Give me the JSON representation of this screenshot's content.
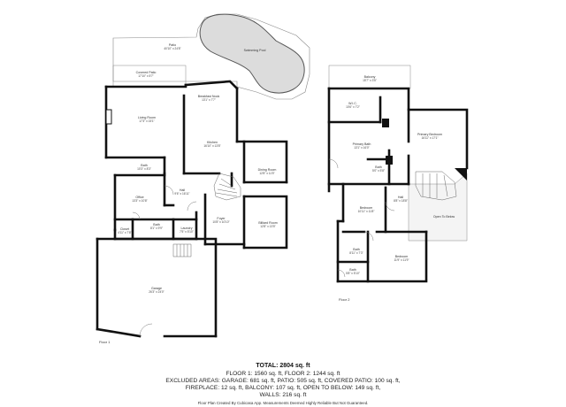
{
  "floors": [
    {
      "label": "Floor 1",
      "rooms": [
        {
          "id": "patio",
          "name": "Patio",
          "dims": "40'10\" x 24'8\""
        },
        {
          "id": "pool",
          "name": "Swimming Pool",
          "dims": ""
        },
        {
          "id": "covered-patio",
          "name": "Covered Patio",
          "dims": "17'10\" x 5'7\""
        },
        {
          "id": "breakfast-nook",
          "name": "Breakfast Nook",
          "dims": "13'1\" x 7'7\""
        },
        {
          "id": "living-room",
          "name": "Living Room",
          "dims": "17'3\" x 15'1\""
        },
        {
          "id": "kitchen",
          "name": "Kitchen",
          "dims": "16'10\" x 13'8\""
        },
        {
          "id": "dining-room",
          "name": "Dining Room",
          "dims": "12'8\" x 11'5\""
        },
        {
          "id": "bath1",
          "name": "Bath",
          "dims": "10'3\" x 8'3\""
        },
        {
          "id": "office",
          "name": "Office",
          "dims": "13'3\" x 10'8\""
        },
        {
          "id": "hall1",
          "name": "Hall",
          "dims": "9'6\" x 16'11\""
        },
        {
          "id": "foyer",
          "name": "Foyer",
          "dims": "10'8\" x 10'10\""
        },
        {
          "id": "bath-small",
          "name": "Bath",
          "dims": "8'1\" x 9'9\""
        },
        {
          "id": "closet",
          "name": "Closet",
          "dims": "4'11\" x 7'8\""
        },
        {
          "id": "laundry",
          "name": "Laundry",
          "dims": "7'5\" x 5'10\""
        },
        {
          "id": "billiard-room",
          "name": "Billiard Room",
          "dims": "12'8\" x 13'5\""
        },
        {
          "id": "garage",
          "name": "Garage",
          "dims": "26'3\" x 24'0\""
        }
      ]
    },
    {
      "label": "Floor 2",
      "rooms": [
        {
          "id": "balcony",
          "name": "Balcony",
          "dims": "15'7\" x 3'5\""
        },
        {
          "id": "wic",
          "name": "W.I.C.",
          "dims": "10'6\" x 7'2\""
        },
        {
          "id": "primary-bath",
          "name": "Primary Bath",
          "dims": "13'1\" x 16'0\""
        },
        {
          "id": "primary-bedroom",
          "name": "Primary Bedroom",
          "dims": "16'11\" x 17'1\""
        },
        {
          "id": "bath2a",
          "name": "Bath",
          "dims": "5'0\" x 5'8\""
        },
        {
          "id": "bedroom-a",
          "name": "Bedroom",
          "dims": "10'11\" x 11'8\""
        },
        {
          "id": "hall2",
          "name": "Hall",
          "dims": "8'8\" x 18'8\""
        },
        {
          "id": "open-below",
          "name": "Open To Below",
          "dims": ""
        },
        {
          "id": "bath2b",
          "name": "Bath",
          "dims": "8'11\" x 7'3\""
        },
        {
          "id": "bath2c",
          "name": "Bath",
          "dims": "5'8\" x 5'10\""
        },
        {
          "id": "bedroom-b",
          "name": "Bedroom",
          "dims": "11'9\" x 11'9\""
        }
      ]
    }
  ],
  "summary": {
    "total": "TOTAL: 2804 sq. ft",
    "lines": [
      "FLOOR 1: 1560 sq. ft, FLOOR 2: 1244 sq. ft",
      "EXCLUDED AREAS: GARAGE: 681 sq. ft, PATIO: 505 sq. ft, COVERED PATIO: 100 sq. ft,",
      "FIREPLACE: 12 sq. ft, BALCONY: 107 sq. ft, OPEN TO BELOW: 149 sq. ft,",
      "WALLS: 216 sq. ft"
    ],
    "footer": "Floor Plan Created By Cubicasa App. Measurements Deemed Highly Reliable But Not Guaranteed."
  },
  "colors": {
    "wall": "#111111",
    "thin": "#777777",
    "pool_fill": "#dcdcdc",
    "open_fill": "#f4f4f4"
  }
}
